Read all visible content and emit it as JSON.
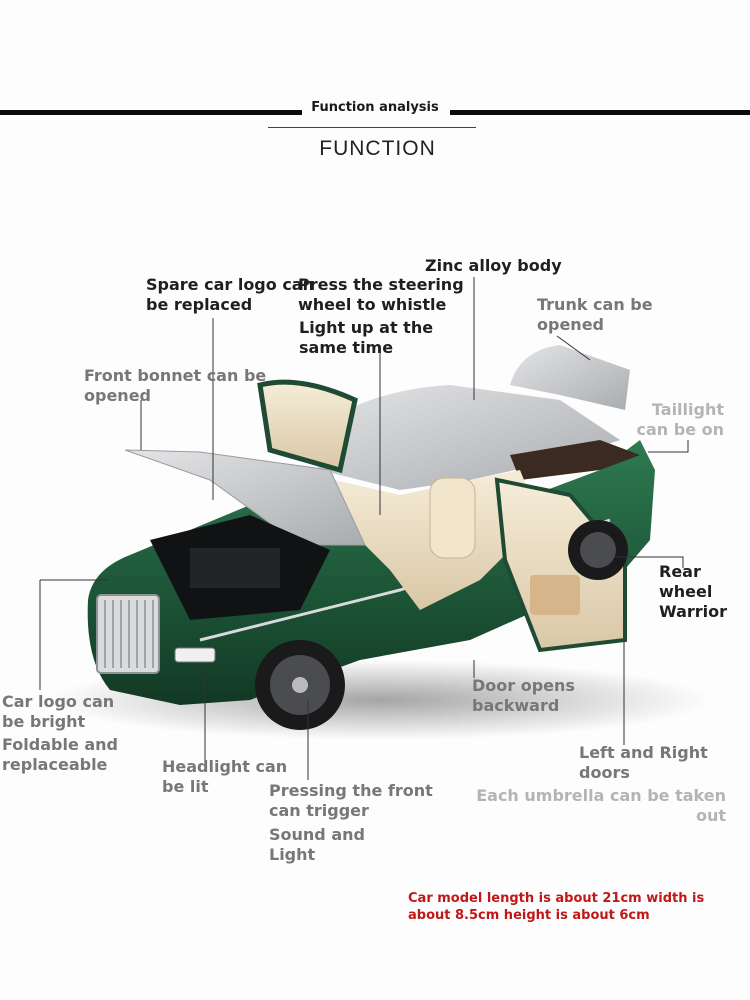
{
  "header": {
    "subtitle": "Function analysis",
    "title": "FUNCTION"
  },
  "labels": {
    "spare_logo": "Spare car logo can be replaced",
    "steering": "Press the steering wheel to whistle",
    "light_up": "Light up at the same time",
    "zinc": "Zinc alloy body",
    "trunk": "Trunk can be opened",
    "bonnet": "Front bonnet can be opened",
    "taillight": "Taillight can be on",
    "rear_wheel": "Rear wheel Warrior",
    "logo_bright": "Car logo can be bright",
    "foldable": "Foldable and replaceable",
    "door_back": "Door opens backward",
    "headlight": "Headlight can be lit",
    "left_right": "Left and Right doors",
    "press_front": "Pressing the front can trigger",
    "sound_light": "Sound and Light",
    "umbrella": "Each umbrella can be taken out"
  },
  "note": "Car model length is about 21cm width is about 8.5cm height is about 6cm",
  "colors": {
    "body_green": "#1f5a3a",
    "roof_silver": "#c6c8ca",
    "interior_cream": "#efe2c8",
    "note_red": "#c01818"
  }
}
